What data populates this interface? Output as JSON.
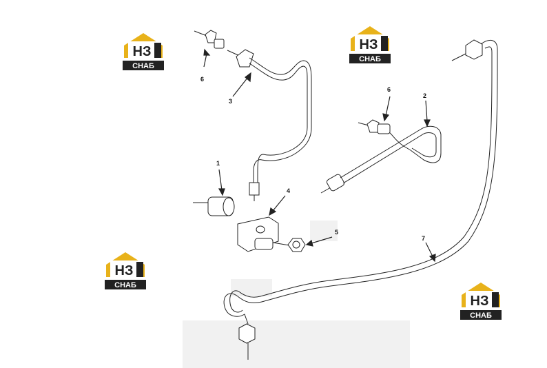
{
  "logo": {
    "top_text": "НЗ",
    "bottom_text": "СНАБ",
    "color_primary": "#e8b21a",
    "color_dark": "#222222"
  },
  "callouts": [
    "1",
    "2",
    "3",
    "4",
    "5",
    "6",
    "6",
    "7"
  ],
  "colors": {
    "line": "#222222",
    "faint": "#d9d9d9"
  }
}
